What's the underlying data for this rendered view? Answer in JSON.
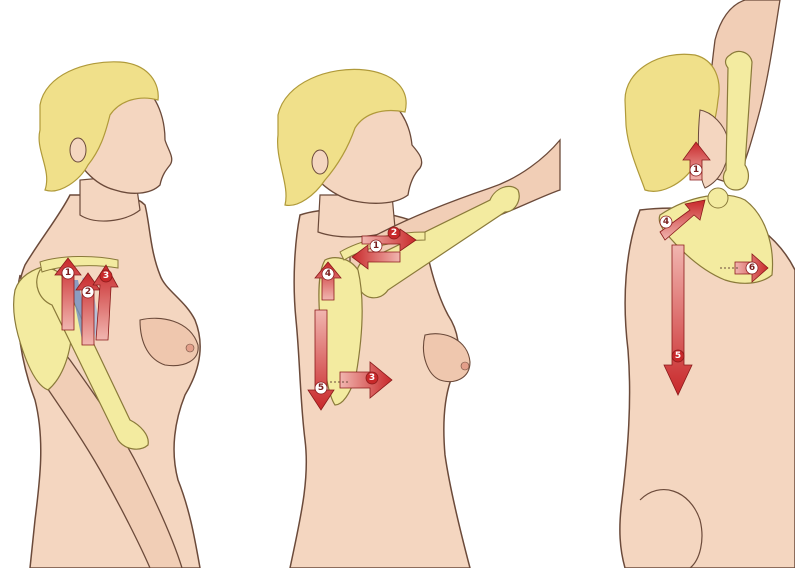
{
  "colors": {
    "background": "#ffffff",
    "skin": "#f4d6c0",
    "skin_shade": "#e7b9a0",
    "outline": "#6b4a3a",
    "hair": "#f0e08a",
    "hair_shade": "#d9c45a",
    "bone": "#f3eba0",
    "bone_outline": "#8a7a3a",
    "arrow_red": "#c8282a",
    "arrow_light": "#f1b6b0",
    "muscle_blue": "#6f8fc2"
  },
  "figures": [
    {
      "id": "left",
      "pose": "arm-down",
      "markers": [
        {
          "label": "1",
          "dir": "up"
        },
        {
          "label": "2",
          "dir": "up"
        },
        {
          "label": "3",
          "dir": "up"
        }
      ]
    },
    {
      "id": "middle",
      "pose": "arm-forward",
      "markers": [
        {
          "label": "1",
          "dir": "left"
        },
        {
          "label": "2",
          "dir": "right"
        },
        {
          "label": "4",
          "dir": "up"
        },
        {
          "label": "5",
          "dir": "down"
        },
        {
          "label": "3",
          "dir": "right"
        }
      ]
    },
    {
      "id": "right",
      "pose": "arm-up",
      "markers": [
        {
          "label": "1",
          "dir": "up"
        },
        {
          "label": "4",
          "dir": "up"
        },
        {
          "label": "6",
          "dir": "right"
        },
        {
          "label": "5",
          "dir": "down"
        }
      ]
    }
  ]
}
